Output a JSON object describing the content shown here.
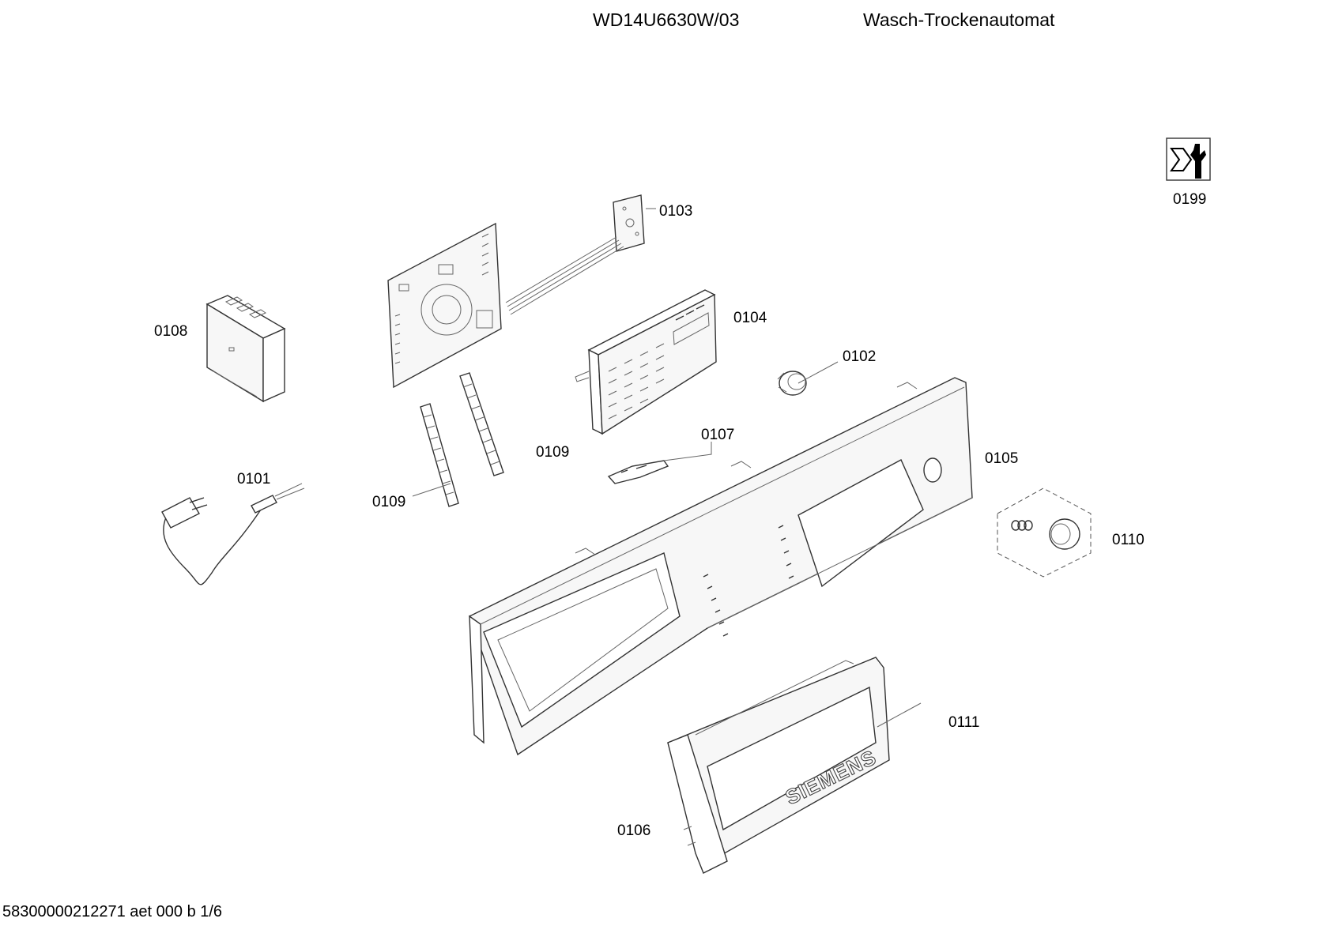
{
  "header": {
    "model": "WD14U6630W/03",
    "description": "Wasch-Trockenautomat"
  },
  "footer": {
    "doc_ref": "58300000212271 aet 000 b 1/6"
  },
  "brand_text": "SIEMENS",
  "parts": [
    {
      "id": "0101",
      "icon": "power-cord"
    },
    {
      "id": "0102",
      "icon": "knob-ring"
    },
    {
      "id": "0103",
      "icon": "small-pcb"
    },
    {
      "id": "0104",
      "icon": "display-module"
    },
    {
      "id": "0105",
      "icon": "control-panel-fascia"
    },
    {
      "id": "0106",
      "icon": "drawer-handle-label"
    },
    {
      "id": "0107",
      "icon": "light-guide"
    },
    {
      "id": "0108",
      "icon": "power-module"
    },
    {
      "id": "0109a",
      "label": "0109",
      "icon": "led-light-pipe"
    },
    {
      "id": "0109b",
      "label": "0109",
      "icon": "led-light-pipe"
    },
    {
      "id": "0110",
      "icon": "knob-set"
    },
    {
      "id": "0111",
      "icon": "drawer-cover"
    },
    {
      "id": "0199",
      "icon": "service-tool-symbol"
    }
  ]
}
